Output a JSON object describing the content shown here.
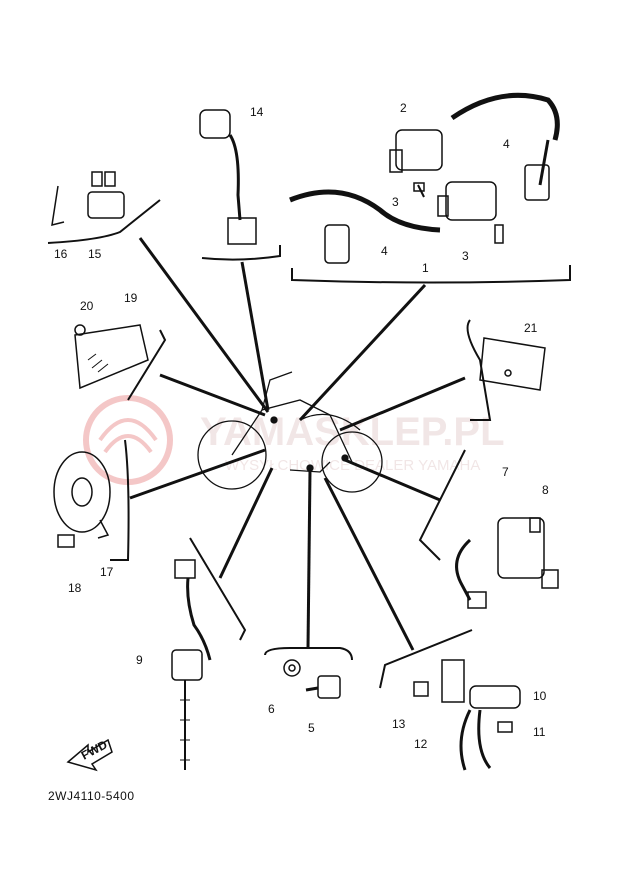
{
  "diagram": {
    "code": "2WJ4110-5400",
    "fwd_label": "FWD",
    "parts": [
      {
        "id": "p1",
        "label": "1"
      },
      {
        "id": "p2",
        "label": "2"
      },
      {
        "id": "p3a",
        "label": "3"
      },
      {
        "id": "p3b",
        "label": "3"
      },
      {
        "id": "p4a",
        "label": "4"
      },
      {
        "id": "p4b",
        "label": "4"
      },
      {
        "id": "p5",
        "label": "5"
      },
      {
        "id": "p6",
        "label": "6"
      },
      {
        "id": "p7",
        "label": "7"
      },
      {
        "id": "p8",
        "label": "8"
      },
      {
        "id": "p9",
        "label": "9"
      },
      {
        "id": "p10",
        "label": "10"
      },
      {
        "id": "p11",
        "label": "11"
      },
      {
        "id": "p12",
        "label": "12"
      },
      {
        "id": "p13",
        "label": "13"
      },
      {
        "id": "p14",
        "label": "14"
      },
      {
        "id": "p15",
        "label": "15"
      },
      {
        "id": "p16",
        "label": "16"
      },
      {
        "id": "p17",
        "label": "17"
      },
      {
        "id": "p18",
        "label": "18"
      },
      {
        "id": "p19",
        "label": "19"
      },
      {
        "id": "p20",
        "label": "20"
      },
      {
        "id": "p21",
        "label": "21"
      }
    ]
  },
  "watermark": {
    "brand": "YAMASKLEP.PL",
    "subtitle": "WYSYŁCHOWICE DEALER YAMAHA",
    "color": "#e8a0a0"
  },
  "colors": {
    "ink": "#111111",
    "paper": "#ffffff"
  }
}
